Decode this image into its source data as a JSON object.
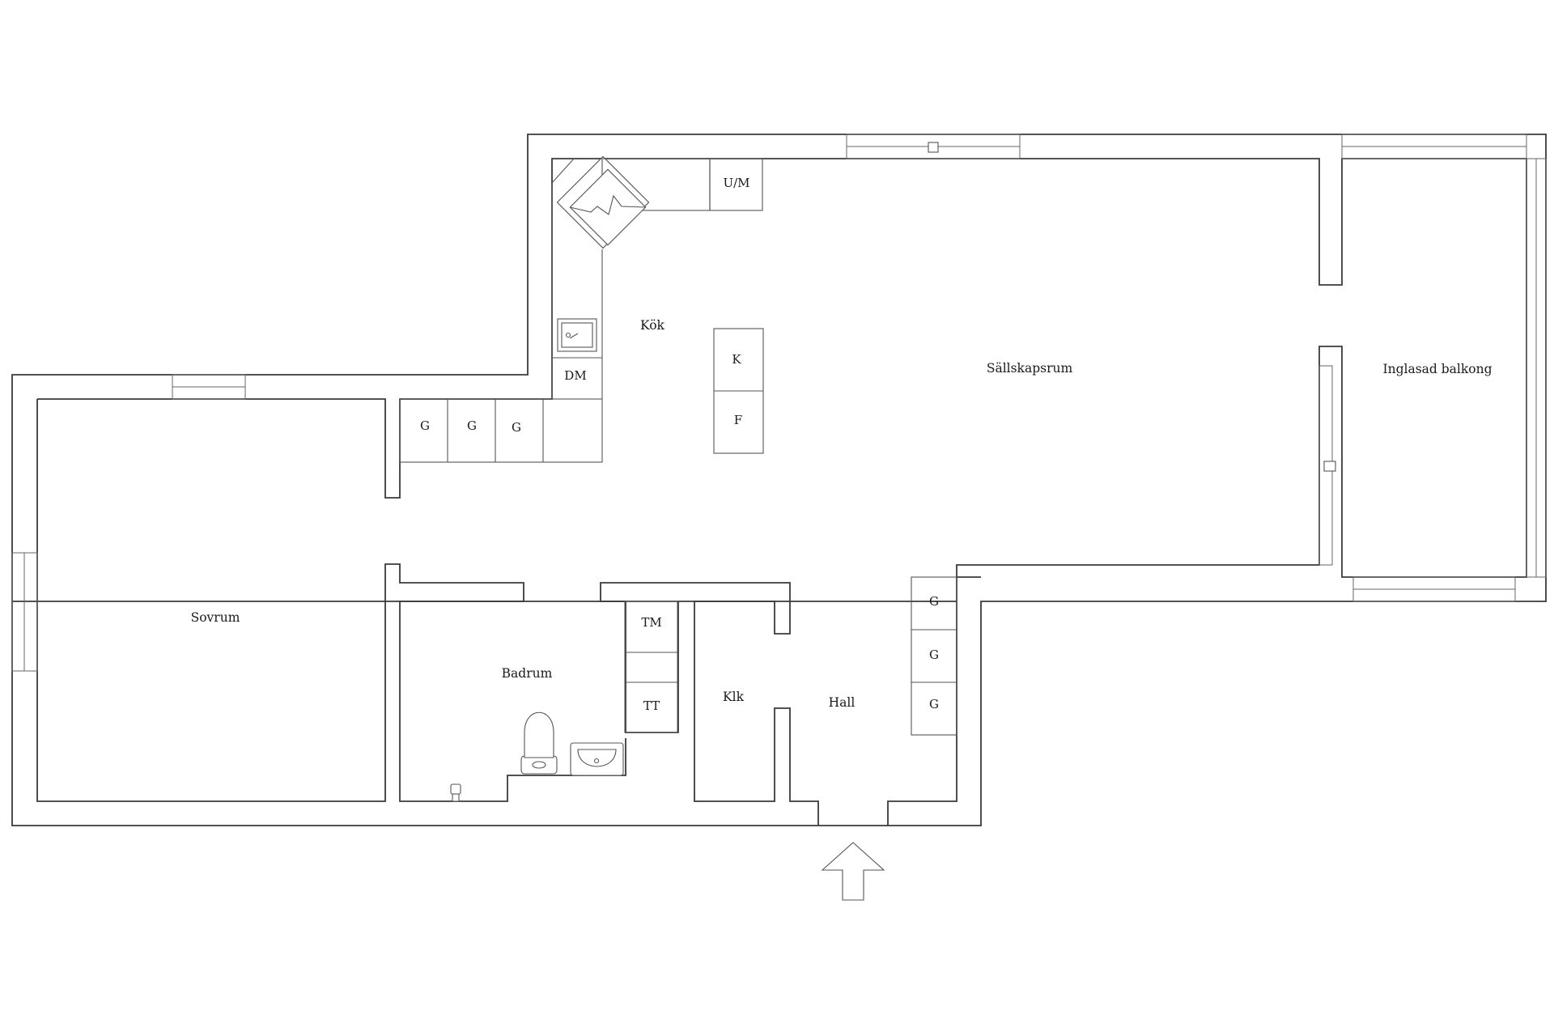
{
  "labels": {
    "kitchen": "Kök",
    "living_room": "Sällskapsrum",
    "balcony": "Inglasad balkong",
    "bedroom": "Sovrum",
    "bathroom": "Badrum",
    "closet": "Klk",
    "hall": "Hall",
    "fridge": "K",
    "freezer": "F",
    "dishwasher": "DM",
    "oven_microwave": "U/M",
    "washing_machine": "TM",
    "dryer": "TT",
    "wardrobe": "G"
  },
  "icons": [
    "stove-icon",
    "sink-icon",
    "toilet-icon",
    "washbasin-icon",
    "floor-drain-icon",
    "entrance-arrow-icon"
  ]
}
